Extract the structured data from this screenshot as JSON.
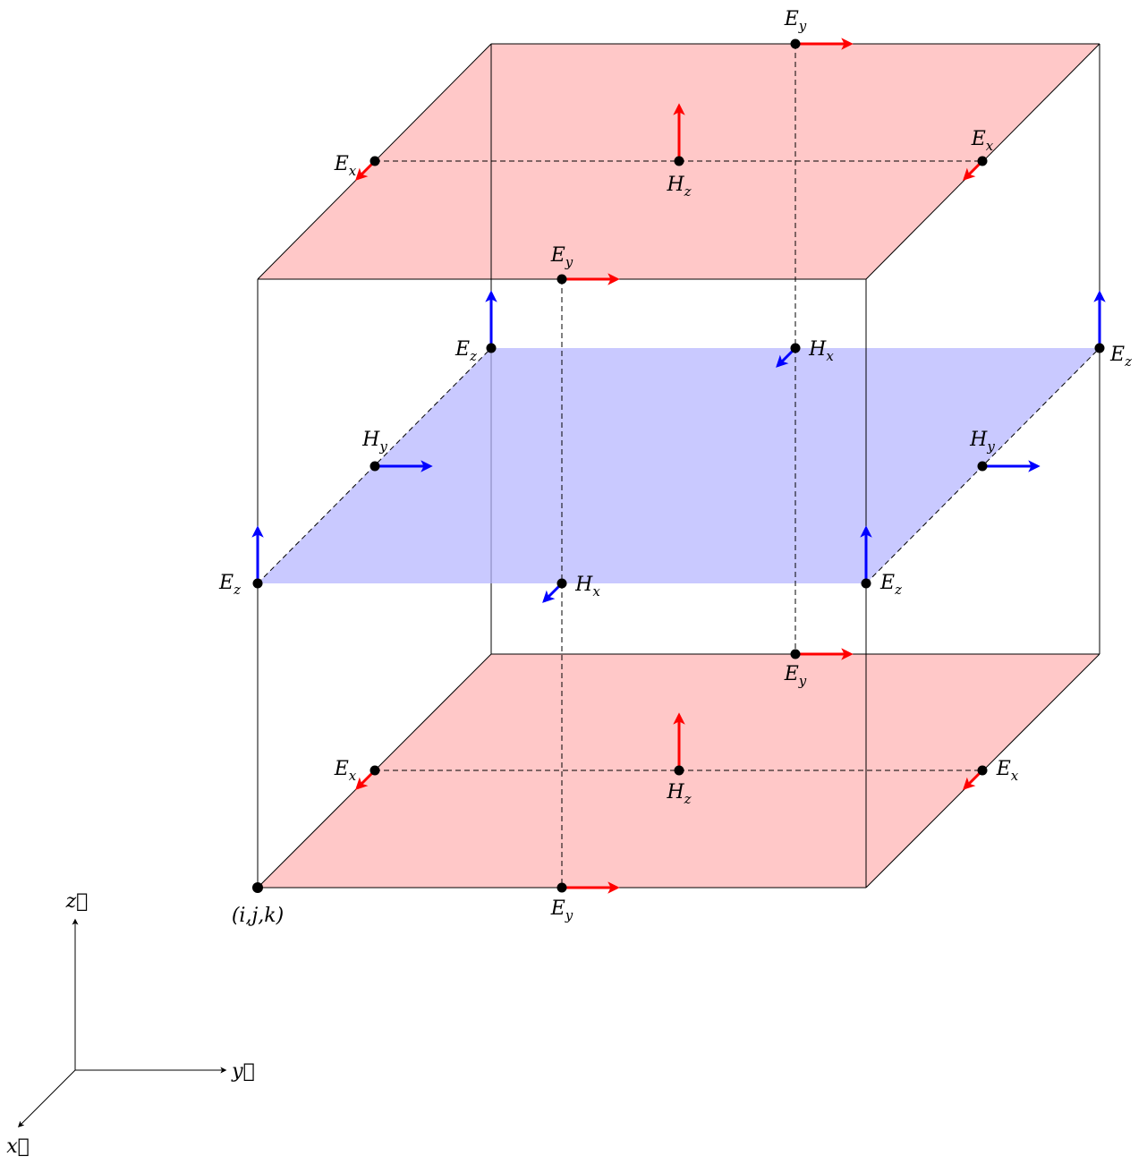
{
  "colors": {
    "e_field": "#ff0000",
    "h_field": "#0000ff",
    "e_plane_fill": "#ffc8c8",
    "h_plane_fill": "#c8c8ff",
    "edge": "#000000"
  },
  "labels": {
    "Ex": {
      "main": "E",
      "sub": "x"
    },
    "Ey": {
      "main": "E",
      "sub": "y"
    },
    "Ez": {
      "main": "E",
      "sub": "z"
    },
    "Hx": {
      "main": "H",
      "sub": "x"
    },
    "Hy": {
      "main": "H",
      "sub": "y"
    },
    "Hz": {
      "main": "H",
      "sub": "z"
    }
  },
  "origin_label": "(i,j,k)",
  "axes": {
    "x": "x⃗",
    "y": "y⃗",
    "z": "z⃗"
  }
}
